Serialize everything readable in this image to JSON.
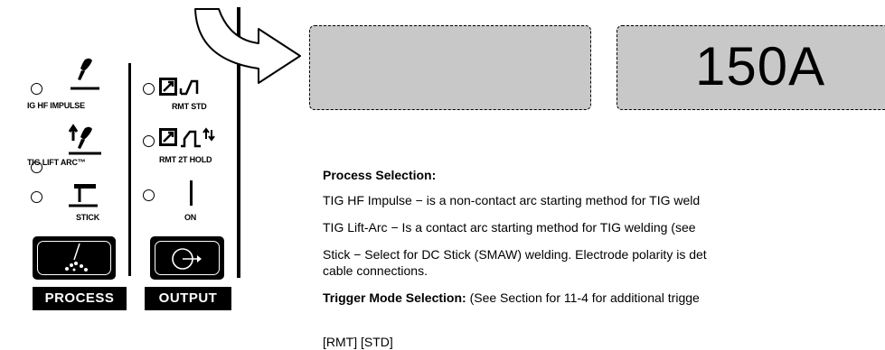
{
  "panel": {
    "process_labels": [
      "IG HF IMPULSE",
      "TIG LIFT ARC™",
      "STICK"
    ],
    "output_labels": [
      "RMT STD",
      "RMT 2T HOLD",
      "ON"
    ],
    "process_bar": "PROCESS",
    "output_bar": "OUTPUT"
  },
  "displays": {
    "left_value": "",
    "right_value": "150A"
  },
  "text": {
    "heading": "Process Selection:",
    "line1": "TIG HF Impulse − is a non-contact arc starting method for TIG weld",
    "line2": "TIG Lift-Arc − Is a contact arc starting method for TIG welding (see",
    "line3": "Stick − Select for DC Stick (SMAW) welding. Electrode polarity is det",
    "line4": "cable connections.",
    "trigger_bold": "Trigger Mode Selection:",
    "trigger_rest": " (See Section for 11-4 for additional trigge",
    "line6": "[RMT] [STD]"
  },
  "colors": {
    "display_bg": "#c8c8c8",
    "panel_ink": "#000000"
  }
}
